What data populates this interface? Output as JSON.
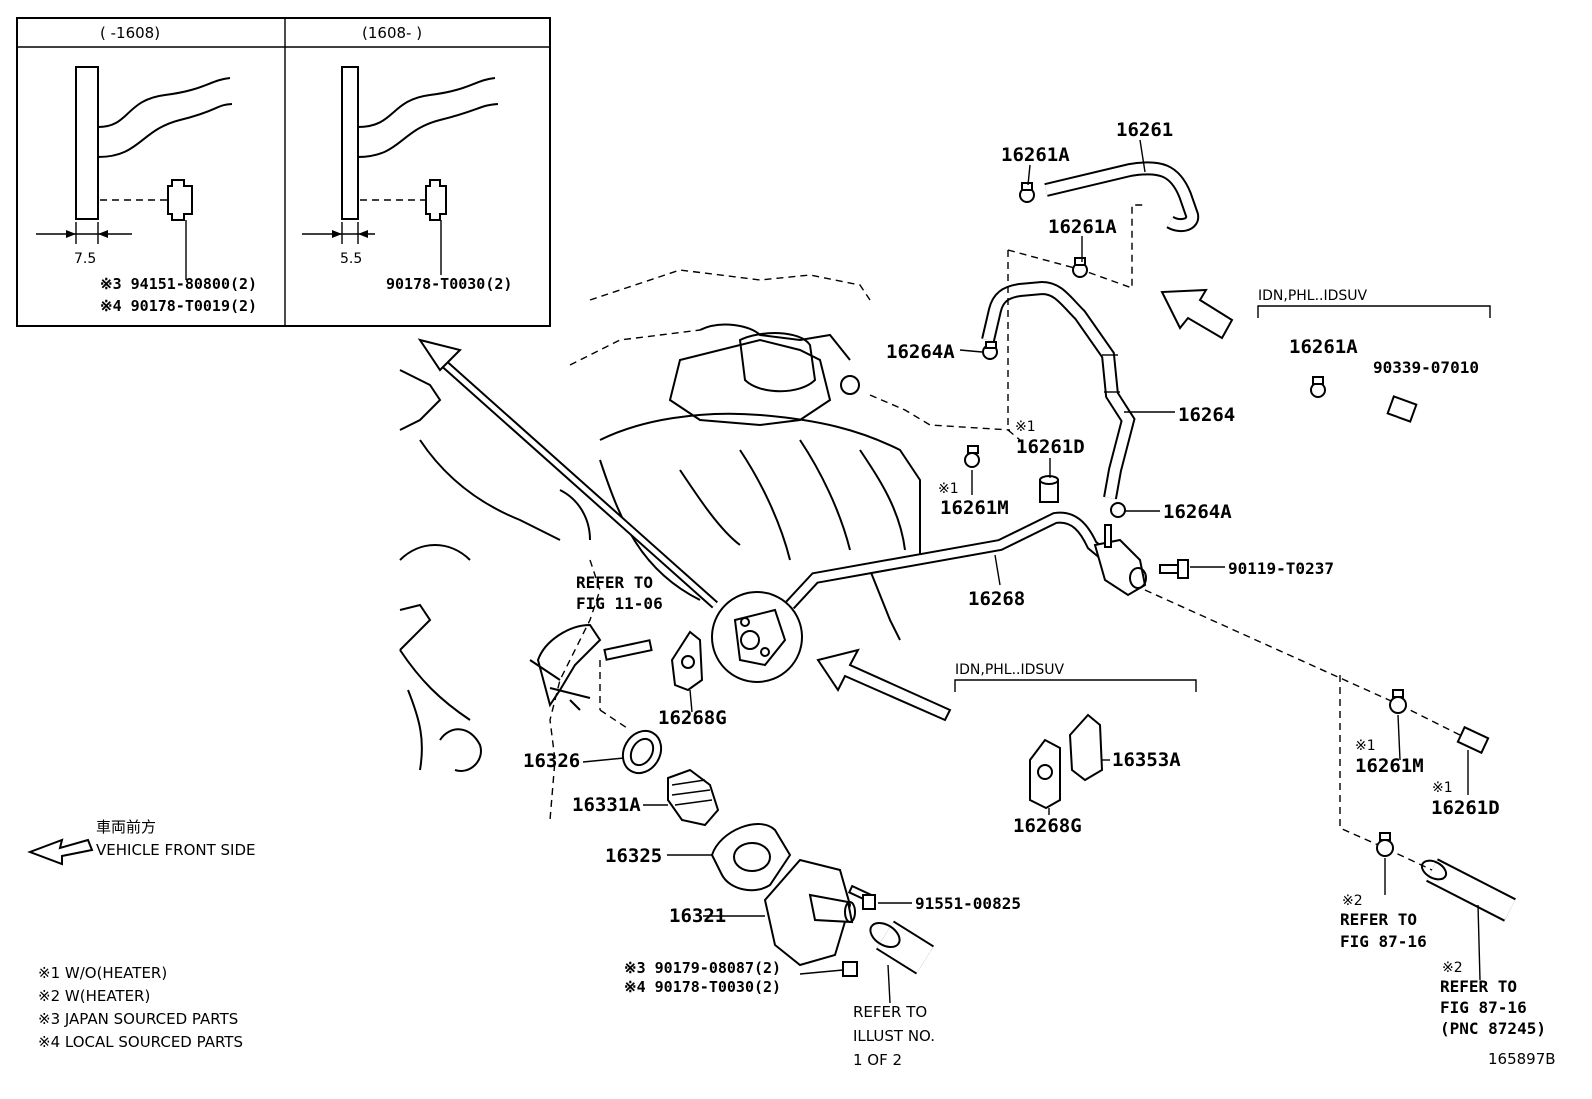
{
  "inset": {
    "left_header": "(      -1608)",
    "right_header": "(1608-      )",
    "left_dim": "7.5",
    "right_dim": "5.5",
    "left_note_3": "※3 94151-80800(2)",
    "left_note_4": "※4 90178-T0019(2)",
    "right_note": "90178-T0030(2)"
  },
  "labels": {
    "p16261": "16261",
    "p16261A_1": "16261A",
    "p16261A_2": "16261A",
    "p16264A_1": "16264A",
    "p16264": "16264",
    "p16261D_1": "16261D",
    "p16261D_1_mark": "※1",
    "p16261M_1": "16261M",
    "p16261M_1_mark": "※1",
    "p16264A_2": "16264A",
    "p90119": "90119-T0237",
    "p16268": "16268",
    "refer_fig11_l1": "REFER TO",
    "refer_fig11_l2": "FIG 11-06",
    "p16268G_1": "16268G",
    "p16326": "16326",
    "p16331A": "16331A",
    "p16325": "16325",
    "p16321": "16321",
    "p91551": "91551-00825",
    "p90179_3": "※3 90179-08087(2)",
    "p90178_4": "※4 90178-T0030(2)",
    "refer_illust_l1": "REFER TO",
    "refer_illust_l2": "ILLUST NO.",
    "refer_illust_l3": "1 OF 2",
    "idn_1": "IDN,PHL..IDSUV",
    "p16353A": "16353A",
    "p16268G_2": "16268G",
    "idn_2": "IDN,PHL..IDSUV",
    "p16261A_3": "16261A",
    "p90339": "90339-07010",
    "p16261M_2_mark": "※1",
    "p16261M_2": "16261M",
    "p16261D_2_mark": "※1",
    "p16261D_2": "16261D",
    "refer_fig87a_mark": "※2",
    "refer_fig87a_l1": "REFER TO",
    "refer_fig87a_l2": "FIG 87-16",
    "refer_fig87b_mark": "※2",
    "refer_fig87b_l1": "REFER TO",
    "refer_fig87b_l2": "FIG 87-16",
    "refer_fig87b_l3": "(PNC 87245)",
    "front_jp": "車両前方",
    "front_en": "VEHICLE FRONT SIDE",
    "code": "165897B"
  },
  "legend": [
    "※1 W/O(HEATER)",
    "※2 W(HEATER)",
    "※3 JAPAN SOURCED PARTS",
    "※4 LOCAL SOURCED PARTS"
  ]
}
